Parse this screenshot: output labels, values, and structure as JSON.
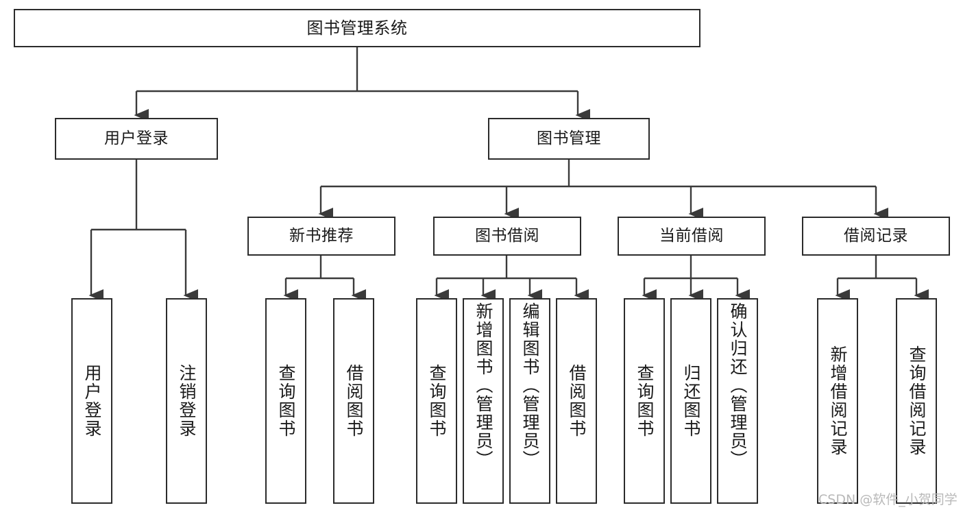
{
  "diagram": {
    "title": "图书管理系统",
    "type": "hierarchy-tree",
    "levels": 4,
    "colors": {
      "box_border": "#2b2b2b",
      "box_fill": "#ffffff",
      "connector": "#3a3a3a",
      "text": "#1a1a1a",
      "background": "#ffffff",
      "watermark": "#b9b9b9"
    }
  },
  "root": {
    "label": "图书管理系统"
  },
  "level2": [
    {
      "id": "user-login",
      "label": "用户登录"
    },
    {
      "id": "book-management",
      "label": "图书管理"
    }
  ],
  "level3": [
    {
      "id": "new-book-recommend",
      "label": "新书推荐",
      "parent": "book-management"
    },
    {
      "id": "book-borrow",
      "label": "图书借阅",
      "parent": "book-management"
    },
    {
      "id": "current-borrow",
      "label": "当前借阅",
      "parent": "book-management"
    },
    {
      "id": "borrow-record",
      "label": "借阅记录",
      "parent": "book-management"
    }
  ],
  "leaves": {
    "user_login": [
      {
        "id": "leaf-user-login",
        "label": "用户登录"
      },
      {
        "id": "leaf-logout-login",
        "label": "注销登录"
      }
    ],
    "new_book_recommend": [
      {
        "id": "leaf-query-book-1",
        "label": "查询图书"
      },
      {
        "id": "leaf-borrow-book-1",
        "label": "借阅图书"
      }
    ],
    "book_borrow": [
      {
        "id": "leaf-query-book-2",
        "label": "查询图书"
      },
      {
        "id": "leaf-add-book",
        "label": "新增图书（管理员）"
      },
      {
        "id": "leaf-edit-book",
        "label": "编辑图书（管理员）"
      },
      {
        "id": "leaf-borrow-book-2",
        "label": "借阅图书"
      }
    ],
    "current_borrow": [
      {
        "id": "leaf-query-book-3",
        "label": "查询图书"
      },
      {
        "id": "leaf-return-book",
        "label": "归还图书"
      },
      {
        "id": "leaf-confirm-return",
        "label": "确认归还（管理员）"
      }
    ],
    "borrow_record": [
      {
        "id": "leaf-add-record",
        "label": "新增借阅记录"
      },
      {
        "id": "leaf-query-record",
        "label": "查询借阅记录"
      }
    ]
  },
  "watermark": {
    "text": "CSDN @软件_小贺同学"
  }
}
